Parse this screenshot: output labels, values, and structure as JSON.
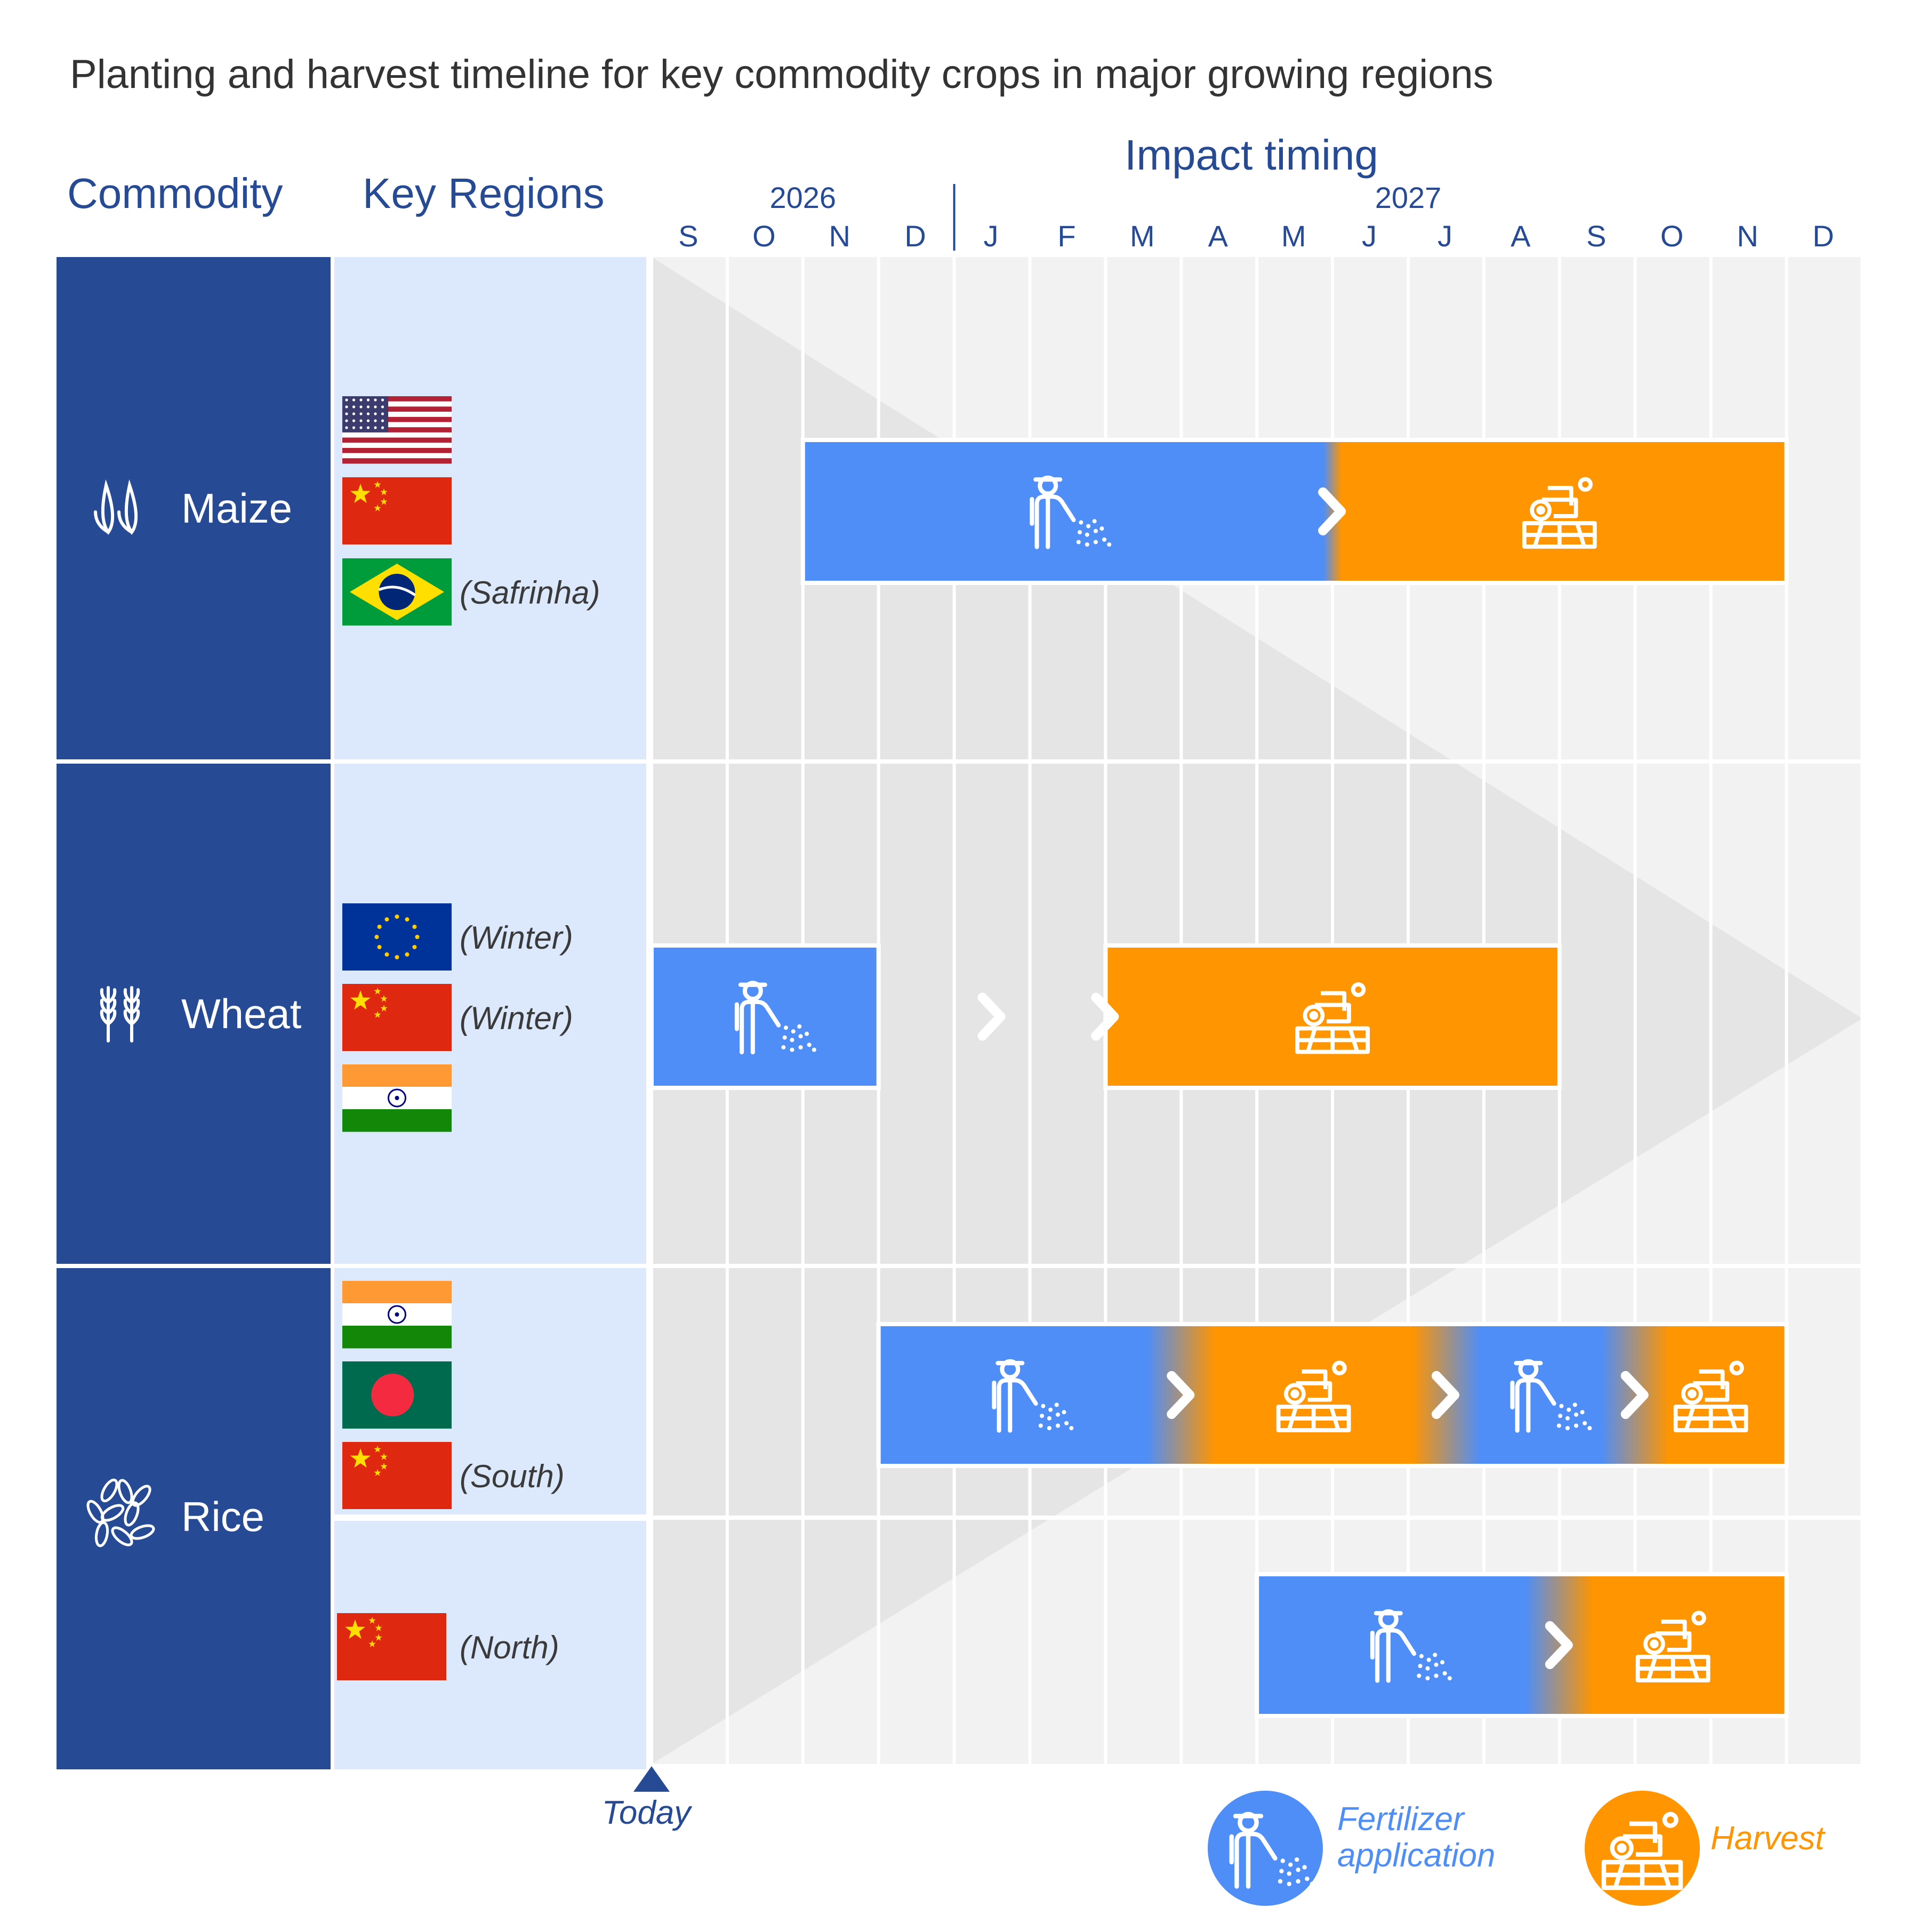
{
  "title": "Planting and harvest timeline for key commodity crops in major growing regions",
  "headers": {
    "commodity": "Commodity",
    "regions": "Key Regions",
    "impact": "Impact timing"
  },
  "colors": {
    "navy": "#264a94",
    "light_blue": "#dce8fc",
    "fertilizer": "#4f8ef7",
    "harvest": "#ff9500",
    "grid": "#eeeeee",
    "wedge": "#e0e0e0",
    "title": "#333333"
  },
  "legend": {
    "fertilizer": [
      "Fertilizer",
      "application"
    ],
    "harvest": "Harvest"
  },
  "today_label": "Today",
  "chart_data": {
    "type": "gantt",
    "title": "Planting and harvest timeline for key commodity crops in major growing regions",
    "x_label": "Impact timing",
    "years": [
      {
        "label": "2026",
        "months": [
          "S",
          "O",
          "N",
          "D"
        ]
      },
      {
        "label": "2027",
        "months": [
          "J",
          "F",
          "M",
          "A",
          "M",
          "J",
          "J",
          "A",
          "S",
          "O",
          "N",
          "D"
        ]
      }
    ],
    "months": [
      "S",
      "O",
      "N",
      "D",
      "J",
      "F",
      "M",
      "A",
      "M",
      "J",
      "J",
      "A",
      "S",
      "O",
      "N",
      "D"
    ],
    "today": "Sep 2026 (start)",
    "commodities": [
      {
        "name": "Maize",
        "icon": "maize-icon",
        "lanes": [
          {
            "regions": [
              {
                "flag": "usa-flag",
                "note": ""
              },
              {
                "flag": "china-flag",
                "note": ""
              },
              {
                "flag": "brazil-flag",
                "note": "(Safrinha)"
              }
            ],
            "segments": [
              {
                "type": "fertilizer",
                "start": 2,
                "end": 9
              },
              {
                "type": "harvest",
                "start": 9,
                "end": 15
              }
            ]
          }
        ]
      },
      {
        "name": "Wheat",
        "icon": "wheat-icon",
        "lanes": [
          {
            "regions": [
              {
                "flag": "eu-flag",
                "note": "(Winter)"
              },
              {
                "flag": "china-flag",
                "note": "(Winter)"
              },
              {
                "flag": "india-flag",
                "note": ""
              }
            ],
            "segments": [
              {
                "type": "fertilizer",
                "start": 0,
                "end": 3
              },
              {
                "type": "harvest",
                "start": 6,
                "end": 12
              }
            ]
          }
        ]
      },
      {
        "name": "Rice",
        "icon": "rice-icon",
        "lanes": [
          {
            "regions": [
              {
                "flag": "india-flag",
                "note": ""
              },
              {
                "flag": "bangladesh-flag",
                "note": ""
              },
              {
                "flag": "china-flag",
                "note": "(South)"
              }
            ],
            "segments": [
              {
                "type": "fertilizer",
                "start": 3,
                "end": 7
              },
              {
                "type": "harvest",
                "start": 7,
                "end": 10.5
              },
              {
                "type": "fertilizer",
                "start": 10.5,
                "end": 13
              },
              {
                "type": "harvest",
                "start": 13,
                "end": 15
              }
            ]
          },
          {
            "regions": [
              {
                "flag": "china-flag",
                "note": "(North)"
              }
            ],
            "segments": [
              {
                "type": "fertilizer",
                "start": 8,
                "end": 12
              },
              {
                "type": "harvest",
                "start": 12,
                "end": 15
              }
            ]
          }
        ]
      }
    ]
  }
}
